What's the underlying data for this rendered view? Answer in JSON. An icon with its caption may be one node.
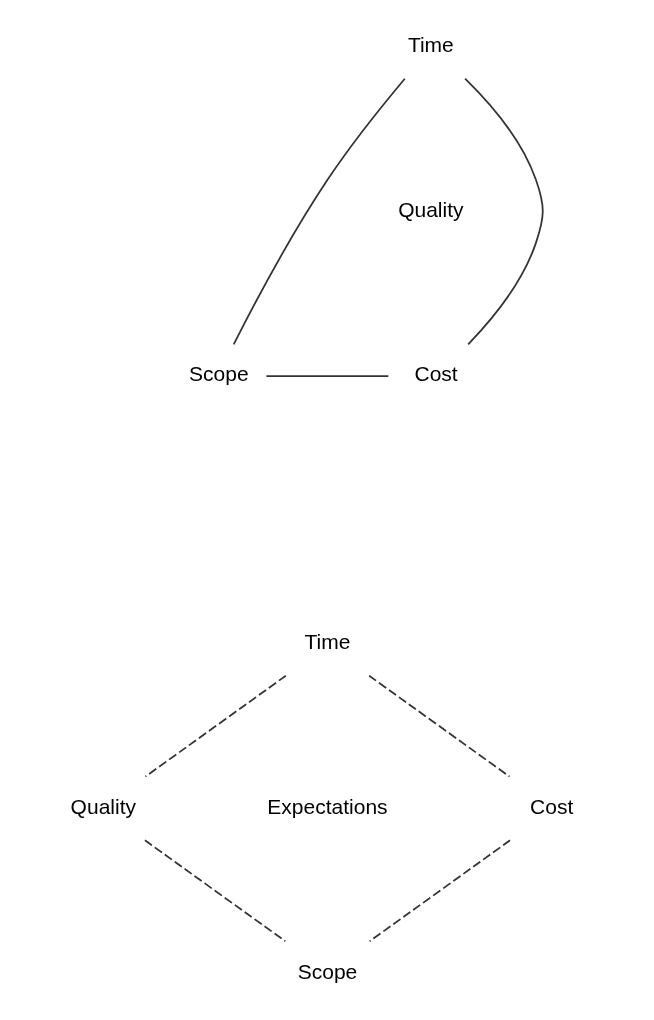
{
  "diagram": {
    "nodes": [
      {
        "text": [
          "Time"
        ]
      },
      {
        "text": [
          "Scope"
        ]
      },
      {
        "text": [
          "Cost"
        ]
      },
      {
        "text": [
          "Time"
        ]
      },
      {
        "text": [
          "Quality"
        ]
      },
      {
        "text": [
          "Cost"
        ]
      },
      {
        "text": [
          "Scope"
        ]
      }
    ],
    "edges": [
      {
        "from": 0,
        "to": 1,
        "arrow": "none"
      },
      {
        "from": 0,
        "to": 2,
        "arrow": "none"
      },
      {
        "from": 1,
        "to": 2,
        "arrow": "none"
      },
      {
        "from": 3,
        "to": 4,
        "arrow": "none",
        "style": "dashed"
      },
      {
        "from": 3,
        "to": 5,
        "arrow": "none",
        "style": "dashed"
      },
      {
        "from": 4,
        "to": 6,
        "arrow": "none",
        "style": "dashed"
      },
      {
        "from": 5,
        "to": 6,
        "arrow": "none",
        "style": "dashed"
      }
    ],
    "labels": [
      "Quality",
      "Expectations"
    ]
  }
}
